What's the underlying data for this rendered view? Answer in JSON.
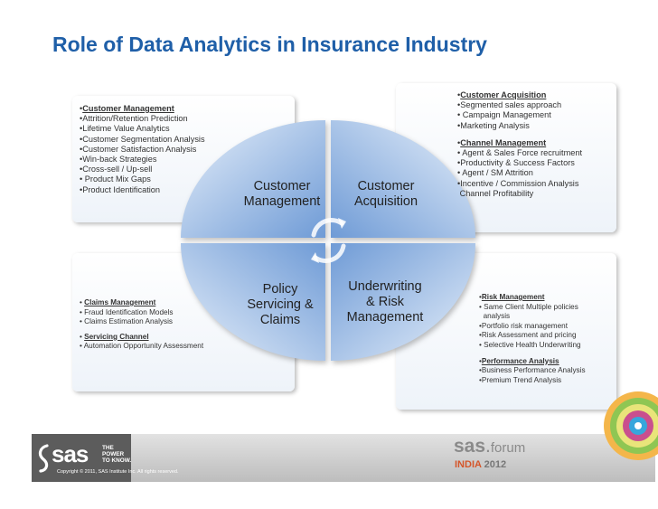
{
  "title": "Role of Data Analytics in Insurance Industry",
  "left_top": [
    "Customer Management",
    "Attrition/Retention Prediction",
    "Lifetime Value Analytics",
    "Customer Segmentation Analysis",
    "Customer Satisfaction Analysis",
    "Win-back Strategies",
    "Cross-sell / Up-sell",
    " Product Mix Gaps",
    "Product Identification"
  ],
  "right_top": [
    "Customer Acquisition",
    "Segmented sales approach",
    " Campaign Management",
    "Marketing Analysis",
    "Channel Management",
    " Agent & Sales Force recruitment",
    "Productivity & Success Factors",
    " Agent / SM Attrition",
    "Incentive / Commission  Analysis",
    "Channel Profitability"
  ],
  "left_bottom": [
    "Claims Management",
    "Fraud Identification Models",
    "Claims Estimation Analysis",
    "Servicing Channel",
    "Automation Opportunity Assessment"
  ],
  "right_bottom": [
    "Risk Management",
    "Same Client Multiple  policies",
    "analysis",
    "Portfolio risk management",
    "Risk Assessment and  pricing",
    "Selective Health Underwriting",
    "Performance Analysis",
    "Business Performance Analysis",
    "Premium Trend Analysis"
  ],
  "quadrants": {
    "cm": [
      "Customer",
      "Management"
    ],
    "ca": [
      "Customer",
      "Acquisition"
    ],
    "ps": [
      "Policy",
      "Servicing &",
      "Claims"
    ],
    "ur": [
      "Underwriting",
      "& Risk",
      "Management"
    ]
  },
  "footer": {
    "sas": "sas",
    "tagline": [
      "THE",
      "POWER",
      "TO KNOW."
    ],
    "forum_brand": "sas",
    "forum_word": "forum",
    "india": "INDIA",
    "year": "2012",
    "copyright": "Copyright © 2011, SAS Institute Inc. All rights reserved."
  },
  "colors": {
    "title": "#1f5fa8",
    "circle_light": "#d8e6f7",
    "circle_dark": "#5f90d0",
    "footer_dark": "#606060"
  }
}
